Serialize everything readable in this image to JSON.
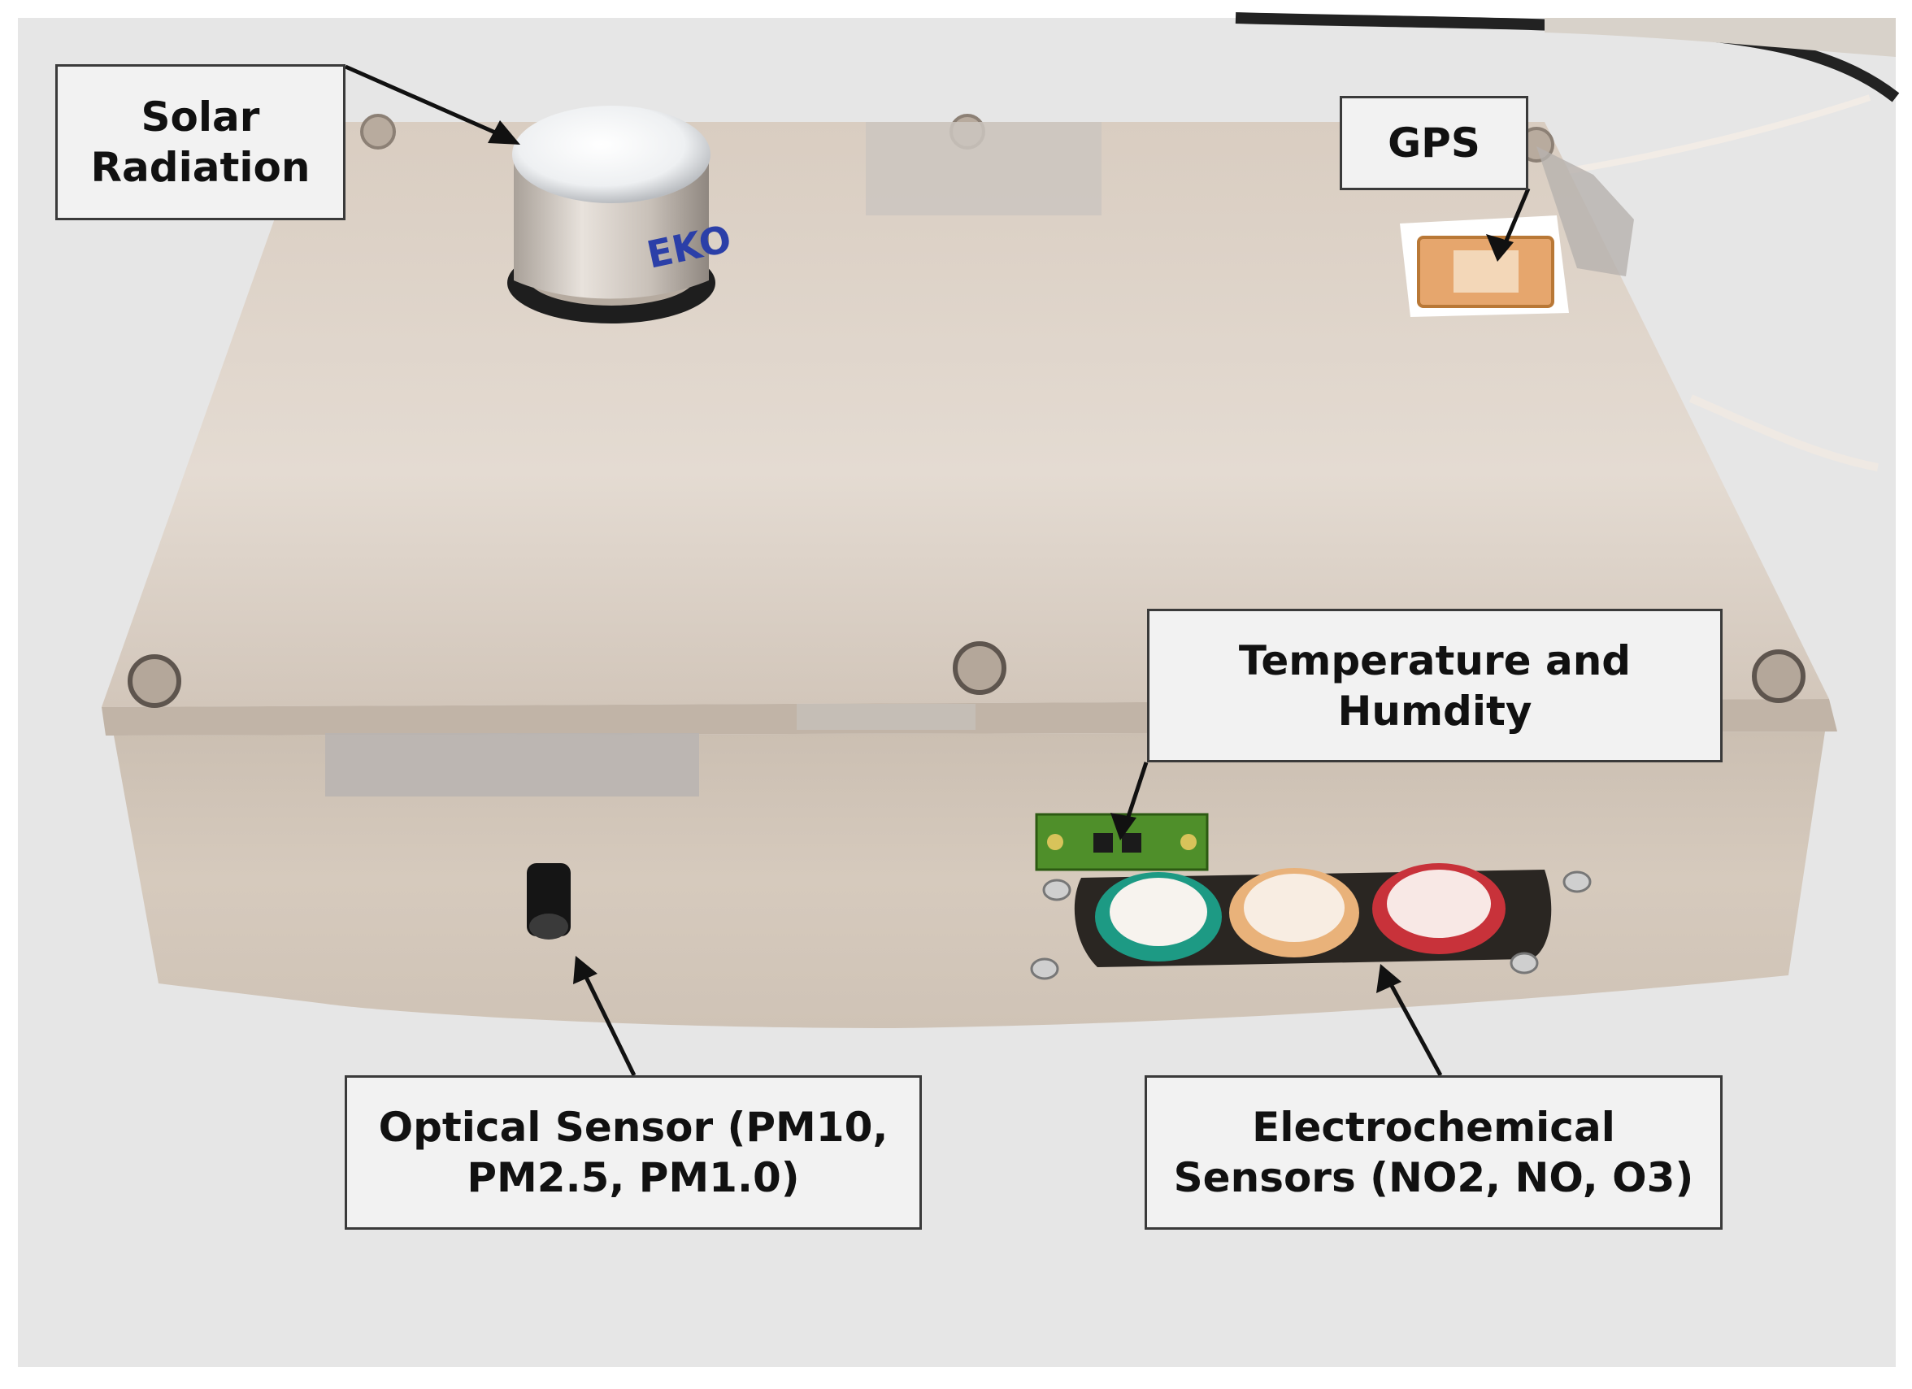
{
  "callouts": {
    "solar_radiation": "Solar\nRadiation",
    "gps": "GPS",
    "temperature_humidity": "Temperature and\nHumdity",
    "optical_sensor": "Optical Sensor (PM10,\nPM2.5, PM1.0)",
    "electrochemical": "Electrochemical\nSensors  (NO2, NO, O3)"
  },
  "pyranometer_brand": "EKO",
  "colors": {
    "background": "#e6e6e6",
    "box_metal": "#d3c7bb",
    "box_top": "#ddd3c9",
    "callout_fill": "#f2f2f2",
    "callout_border": "#3a3a3a",
    "sensor_green": "#1d9a84",
    "sensor_orange": "#e9b27a",
    "sensor_red": "#c8323a",
    "pcb_green": "#4f8f2a",
    "gps_patch": "#e6a66d"
  }
}
